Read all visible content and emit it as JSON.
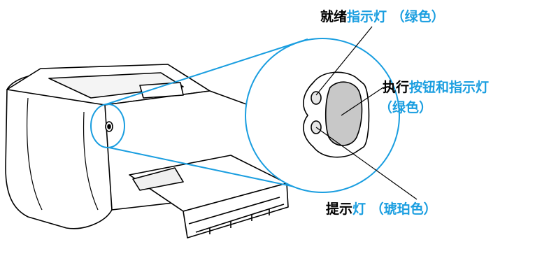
{
  "labels": {
    "ready": {
      "prefix": "就绪",
      "suffix": "指示灯 （绿色）"
    },
    "go": {
      "prefix": "执行",
      "suffix": "按钮和指示灯",
      "line2": "（绿色）"
    },
    "attention": {
      "prefix": "提示",
      "suffix": "灯 （琥珀色）"
    }
  },
  "colors": {
    "accent": "#1a9ee0",
    "text": "#000000",
    "button": "#c8c8c8"
  }
}
